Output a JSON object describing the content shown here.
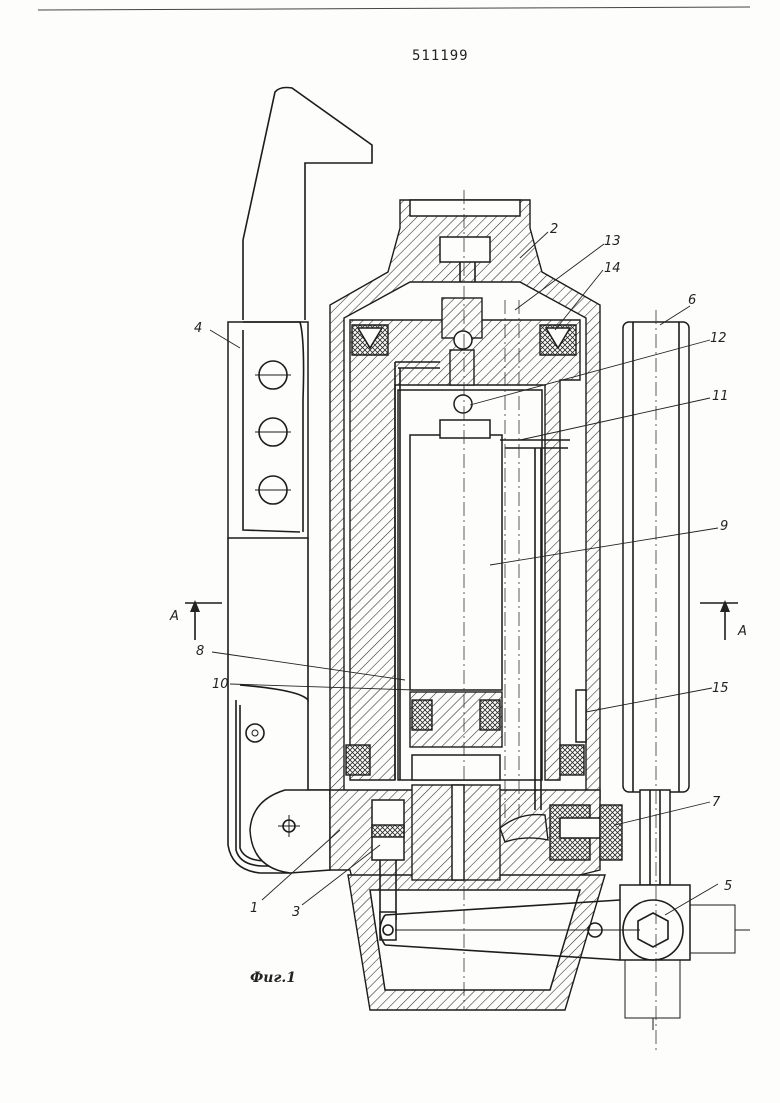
{
  "document": {
    "number": "511199",
    "caption": "Фиг.1"
  },
  "section": {
    "left_label": "A",
    "right_label": "A"
  },
  "parts": [
    {
      "id": "p1",
      "text": "1"
    },
    {
      "id": "p2",
      "text": "2"
    },
    {
      "id": "p3",
      "text": "3"
    },
    {
      "id": "p4",
      "text": "4"
    },
    {
      "id": "p5",
      "text": "5"
    },
    {
      "id": "p6",
      "text": "6"
    },
    {
      "id": "p7",
      "text": "7"
    },
    {
      "id": "p8",
      "text": "8"
    },
    {
      "id": "p9",
      "text": "9"
    },
    {
      "id": "p10",
      "text": "10"
    },
    {
      "id": "p11",
      "text": "11"
    },
    {
      "id": "p12",
      "text": "12"
    },
    {
      "id": "p13",
      "text": "13"
    },
    {
      "id": "p14",
      "text": "14"
    },
    {
      "id": "p15",
      "text": "15"
    }
  ]
}
